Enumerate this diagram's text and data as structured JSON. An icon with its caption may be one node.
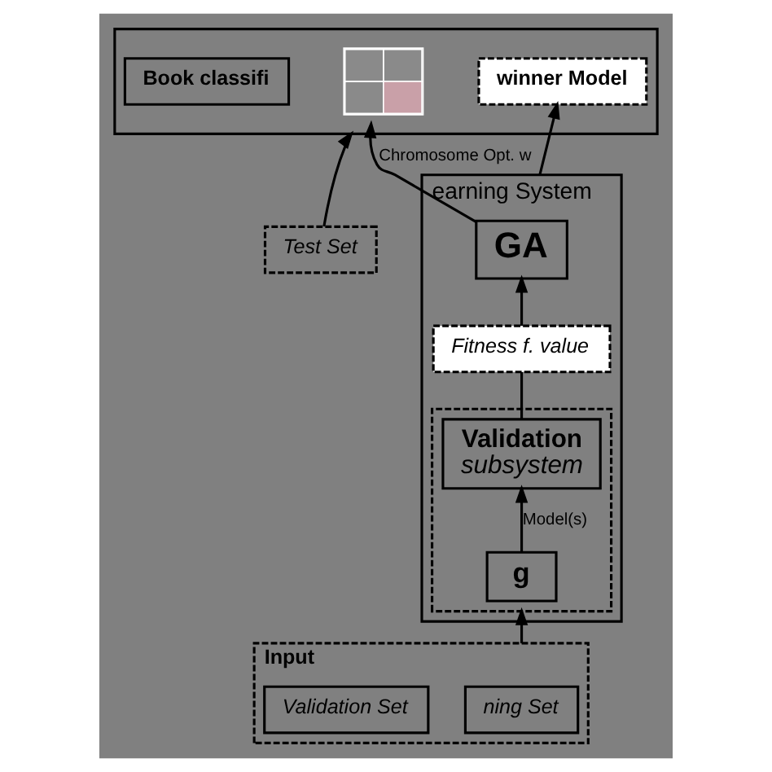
{
  "diagram": {
    "nodes": [
      {
        "text": [
          "earning System"
        ]
      },
      {
        "text": [
          "GA"
        ],
        "in": 0
      },
      {
        "text": [
          "Fitness f. value"
        ],
        "in": 0
      },
      {
        "text": [],
        "shape": "box",
        "in": 0
      },
      {
        "text": [
          "g"
        ],
        "in": 3
      },
      {
        "text": [
          "Validation",
          "subsystem"
        ],
        "in": 3
      },
      {
        "text": [],
        "shape": "box"
      },
      {
        "text": [],
        "shape": "picture",
        "in": 6
      },
      {
        "text": [
          "winner Model"
        ],
        "in": 6
      },
      {
        "text": [
          "Book classifi"
        ],
        "in": 6
      },
      {
        "text": [
          "Input"
        ]
      },
      {
        "text": [
          "ning Set"
        ],
        "in": 10
      },
      {
        "text": [
          "Validation Set"
        ],
        "in": 10
      },
      {
        "text": [
          "Test Set"
        ]
      }
    ],
    "edges": [
      {
        "from": 1,
        "to": 7,
        "arrow": "to",
        "label": "Chromosome Opt. w"
      },
      {
        "from": 2,
        "to": 1,
        "arrow": "to"
      },
      {
        "from": 5,
        "to": 2,
        "arrow": "none"
      },
      {
        "from": 4,
        "to": 5,
        "arrow": "to",
        "label": "Model(s)"
      },
      {
        "from": 0,
        "to": 8,
        "arrow": "to"
      },
      {
        "from": 10,
        "to": 3,
        "arrow": "to"
      },
      {
        "from": 13,
        "to": 6,
        "arrow": "to"
      }
    ]
  }
}
